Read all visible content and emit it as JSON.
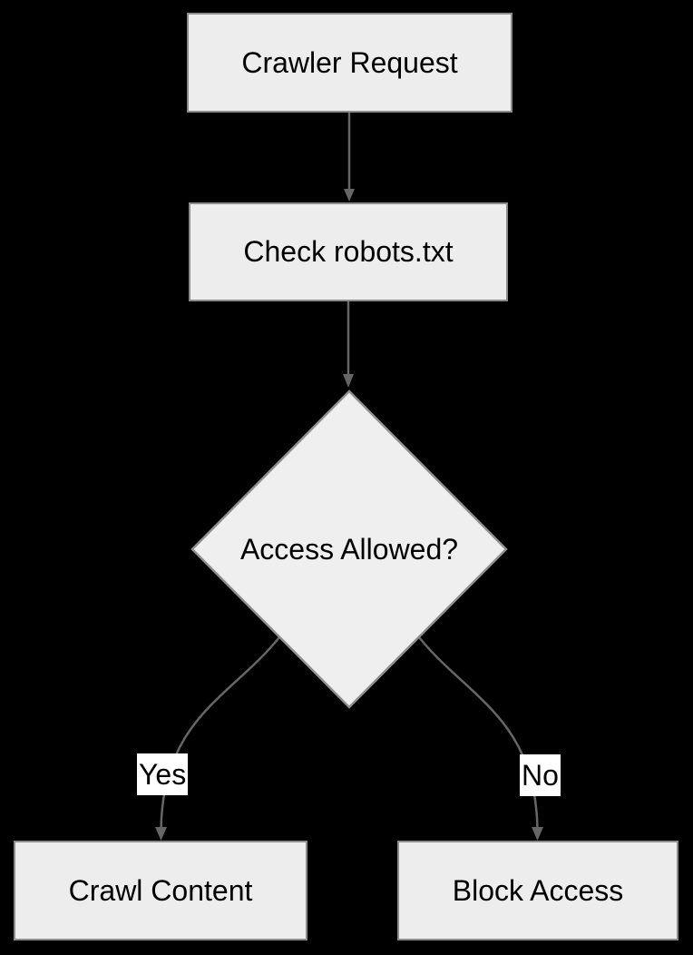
{
  "canvas": {
    "background": "#000000"
  },
  "colors": {
    "node_fill": "#ededed",
    "node_border": "#8c8c8c",
    "edge": "#666666",
    "edge_label_bg": "#ffffff",
    "text": "#000000"
  },
  "nodes": [
    {
      "id": "crawler-request",
      "label": "Crawler Request",
      "shape": "rect"
    },
    {
      "id": "check-robots",
      "label": "Check robots.txt",
      "shape": "rect"
    },
    {
      "id": "access-allowed",
      "label": "Access Allowed?",
      "shape": "diamond"
    },
    {
      "id": "crawl-content",
      "label": "Crawl Content",
      "shape": "rect"
    },
    {
      "id": "block-access",
      "label": "Block Access",
      "shape": "rect"
    }
  ],
  "edges": [
    {
      "from": "crawler-request",
      "to": "check-robots",
      "label": ""
    },
    {
      "from": "check-robots",
      "to": "access-allowed",
      "label": ""
    },
    {
      "from": "access-allowed",
      "to": "crawl-content",
      "label": "Yes"
    },
    {
      "from": "access-allowed",
      "to": "block-access",
      "label": "No"
    }
  ]
}
